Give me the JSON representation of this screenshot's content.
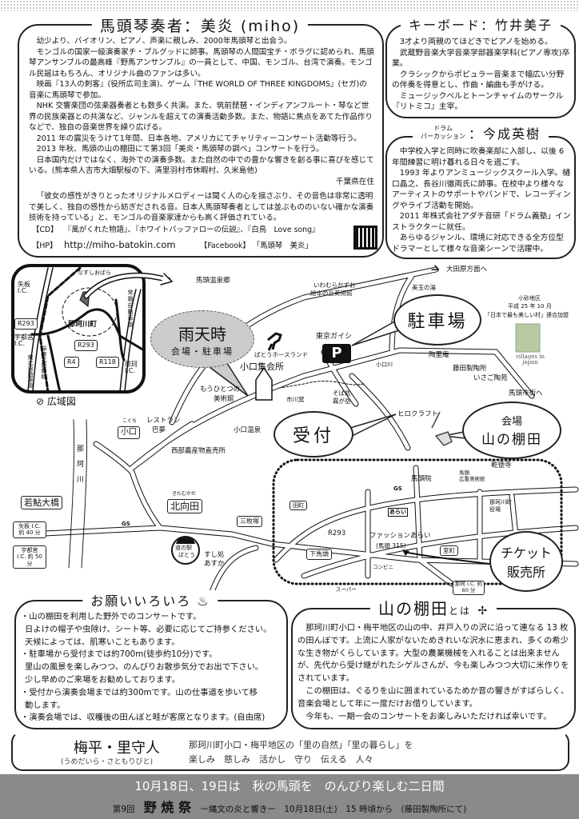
{
  "miho": {
    "title": "馬頭琴奏者：美炎 (miho)",
    "paragraphs": [
      "幼少より、バイオリン、ピアノ、声楽に親しみ、2000年馬頭琴と出会う。",
      "モンゴルの国家一級演奏家チ・ブルグッドに師事。馬頭琴の人間国宝チ・ボラグに認められ、馬頭琴アンサンブルの最高峰『野馬アンサンブル』の一員として、中国、モンゴル、台湾で演奏。モンゴル民謡はもちろん、オリジナル曲のファンは多い。",
      "映画『13人の刺客』(役所広司主演)、ゲーム『THE WORLD OF THREE KINGDOMS』(セガ)の音楽に馬頭琴で参加。",
      "NHK 交響楽団の弦楽器奏者とも数多く共演。また、筑前琵琶・インディアンフルート・琴など世界の民族楽器との共演など、ジャンルを超えての演奏活動多数。また、物語に焦点をあてた作品作りなどで、独自の音楽世界を繰り広げる。",
      "2011 年の震災をうけて1年間、日本各地、アメリカにてチャリティーコンサート活動等行う。",
      "2013 年秋、馬頭の山の棚田にて第3回「美炎・馬頭琴の調べ」コンサートを行う。",
      "日本国内だけではなく、海外での演奏多数。また自然の中での豊かな響きを創る事に喜びを感じている。(熊本県人吉市大畑駅桜の下、清里羽村市休暇村、久米島他)"
    ],
    "residence": "千葉県在住",
    "quote": "「彼女の感性がきりとったオリジナルメロディーは聞く人の心を揺さぶり、その音色は非常に透明で美しく、独自の感性から紡ぎだされる音。日本人馬頭琴奏者としては並ぶもののいない確かな演奏技術を持っている」と、モンゴルの音楽家達からも高く評価されている。",
    "cd_label": "【CD】",
    "cd_value": "『風がくれた物語』、『ホワイトバッファローの伝説』、『白鳥　Love song』",
    "hp_label": "【HP】",
    "hp_value": "http://miho-batokin.com",
    "fb_label": "【Facebook】",
    "fb_value": "「馬頭琴　美炎」"
  },
  "keyboard": {
    "title": "キーボード：竹井美子",
    "paragraphs": [
      "3才より両親のてほどきでピアノを始める。",
      "武蔵野音楽大学音楽学部器楽学科(ピアノ専攻)卒業。",
      "クラシックからポピュラー音楽まで幅広い分野の伴奏を得意とし、作曲・編曲も手がける。",
      "ミュージックベルとトーンチャイムのサークル『リトミコ』主宰。"
    ]
  },
  "drum": {
    "role_line1": "ドラム",
    "role_line2": "パーカッション",
    "name": "：今成英樹",
    "paragraphs": [
      "中学校入学と同時に吹奏楽部に入部し、以後 6 年間練習に明け暮れる日々を過ごす。",
      "1993 年よりアンミュージックスクール入学。樋口晶之、長谷川徹両氏に師事。在校中より様々なアーティストのサポートやバンドで、レコーディングやライブ活動を開始。",
      "2011 年株式会社アダチ音研「ドラム義塾」インストラクターに就任。",
      "あらゆるジャンル、環境に対応できる全方位型ドラマーとして様々な音楽シーンで活躍中。"
    ]
  },
  "map": {
    "inset": {
      "caption": "広域図",
      "yaita": "矢板 I.C.",
      "utsunomiya": "宇都宮 I.C.",
      "naka_ic": "那珂 I.C.",
      "town": "那珂川町",
      "r293a": "R293",
      "r293b": "R293",
      "r4": "R4",
      "r118": "R118",
      "nasushiobara": "なすしおばら",
      "joban": "常磐自動車道",
      "tohoku": "東北自動車道",
      "shinkansen": "JR東北新幹線"
    },
    "rain_bubble": {
      "title": "雨天時",
      "sub": "会場・駐車場"
    },
    "parking_bubble": "駐車場",
    "reception_bubble": "受付",
    "venue_bubble": {
      "line1": "会場",
      "line2": "山の棚田"
    },
    "ticket_bubble": {
      "line1": "チケット",
      "line2": "販売所"
    },
    "parking_icon": "P",
    "labels": {
      "bato_onsen": "馬頭温泉郷",
      "horse_land": "ばとうホースランド",
      "koguchi_hall": "小口集会所",
      "museum1": "もうひとつの",
      "museum2": "美術館",
      "iwamura1": "いわむらかずお",
      "iwamura2": "絵本の丘美術館",
      "mitama": "美玉の湯",
      "otawara": "大田原方面へ",
      "tokyo_gaishi": "東京ガイシ",
      "tourian": "陶里庵",
      "fujita": "藤田製陶所",
      "isago": "いさご陶苑",
      "village1": "小砂地区",
      "village2": "平成 25 年 10 月",
      "village3": "「日本で最も美しい村」連合加盟",
      "village_logo": "villages in japan",
      "bato_city": "馬頭市街へ",
      "ichikawa": "市川窯",
      "soba1": "そば処",
      "soba2": "霧が岳",
      "hirocraft": "ヒロクラフト",
      "koguchi_kana": "こぐち",
      "koguchi": "小口",
      "restaurant1": "レストラン",
      "restaurant2": "巴夢",
      "koguchi_onsen": "小口温泉",
      "seibu": "西部農産物直売所",
      "nakagawa": "那珂川",
      "wakaayu": "若鮎大橋",
      "kitamukada_kana": "きたむかだ",
      "kitamukada": "北向田",
      "sanmaizuka": "三枚塚",
      "yaita_time": "矢板 I.C. 約 40 分",
      "utsunomiya_time": "宇都宮 I.C. 約 50 分",
      "gs": "GS",
      "michinoeki1": "道の駅",
      "michinoeki2": "ばとう",
      "sushi1": "すし処",
      "sushi2": "あすか",
      "kentokuji": "乾徳寺",
      "hiroshige1": "馬頭",
      "hiroshige2": "広重美術館",
      "batoin": "馬頭院",
      "tamachi": "田町",
      "r293": "R293",
      "yakuba1": "那珂川町",
      "yakuba2": "役場",
      "arai_sign": "あらい",
      "arai1": "ファッションあらい",
      "arai2": "(馬頭 315)",
      "muromachi": "室町",
      "shimobato": "下馬頭",
      "conveni": "コンビニ",
      "super": "スーパー",
      "naka_time": "那珂 I.C. 約 60 分",
      "gs2": "GS",
      "koguchi_river": "小口川"
    }
  },
  "requests": {
    "title": "お願いいろいろ",
    "items": [
      "・山の棚田を利用した野外でのコンサートです。",
      "日よけの帽子や虫除け、シート等、必要に応じてご持参ください。",
      "天候によっては、肌寒いこともあります。",
      "・駐車場から受付までは約700m(徒歩約10分)です。",
      "里山の風景を楽しみつつ、のんびりお散歩気分でお出で下さい。",
      "少し早めのご来場をお勧めしております。",
      "・受付から演奏会場までは約300mです。山の仕事道を歩いて移",
      "動します。",
      "・演奏会場では、収穫後の田んぼと畦が客席となります。(自由席)"
    ]
  },
  "tanada": {
    "title": "山の棚田",
    "title_suffix": "とは",
    "paragraphs": [
      "那珂川町小口・梅平地区の山の中、井戸入りの沢に沿って連なる 13 枚の田んぼです。上流に人家がないためきれいな沢水に恵まれ、多くの希少な生き物がくらしています。大型の農業機械を入れることは出来ませんが、先代から受け継がれたシゲルさんが、今も楽しみつつ大切に米作りをされています。",
      "この棚田は、ぐるりを山に囲まれているためか音の響きがすばらしく、音楽会場として年に一度だけお借りしています。",
      "今年も、一期一会のコンサートをお楽しみいただければ幸いです。"
    ]
  },
  "satomoribito": {
    "title": "梅平・里守人",
    "reading": "(うめだいら・さともりびと)",
    "line1": "那珂川町小口・梅平地区の「里の自然」「里の暮らし」を",
    "line2": "楽しみ　慈しみ　活かし　守り　伝える　人々"
  },
  "footer": {
    "line1": "10月18日、19日は　秋の馬頭を　のんびり楽しむ二日間",
    "edition": "第9回",
    "festival": "野 焼 祭",
    "subtitle": "ー縄文の炎と響きー　10月18日(土)　15 時頃から　(藤田製陶所にて)"
  }
}
